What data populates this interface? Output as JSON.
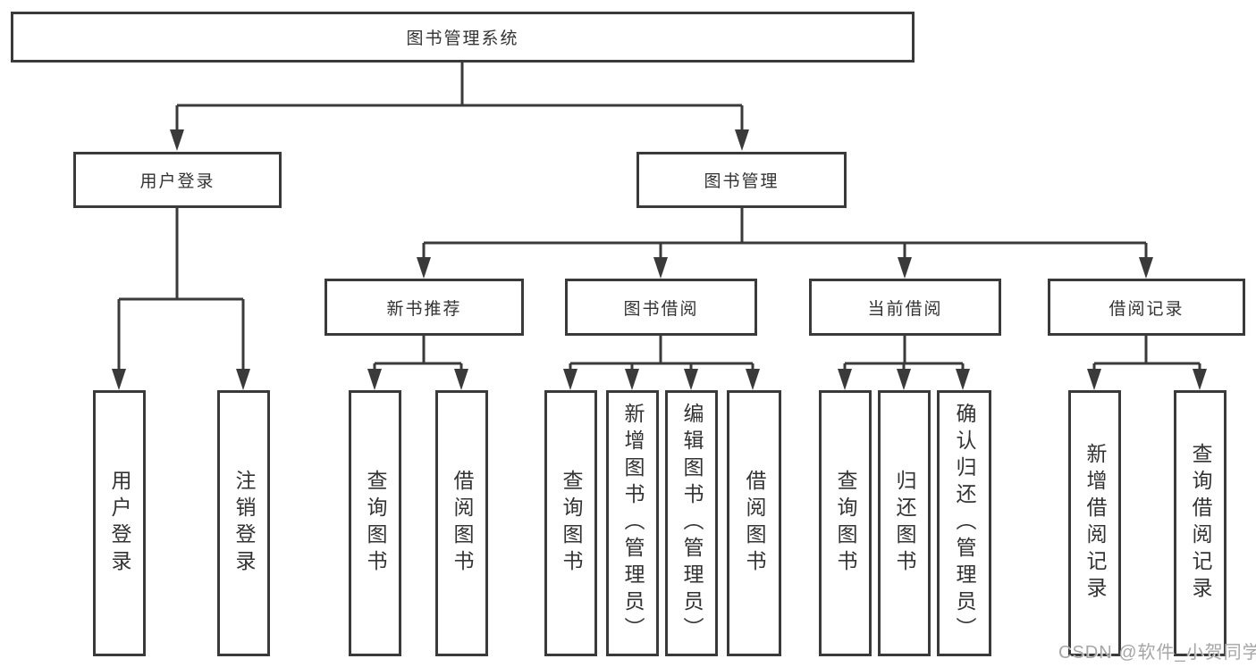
{
  "diagram_title": "图书管理系统",
  "tree": {
    "label": "图书管理系统",
    "children": [
      {
        "label": "用户登录",
        "children": [
          {
            "label": "用户登录"
          },
          {
            "label": "注销登录"
          }
        ]
      },
      {
        "label": "图书管理",
        "children": [
          {
            "label": "新书推荐",
            "children": [
              {
                "label": "查询图书"
              },
              {
                "label": "借阅图书"
              }
            ]
          },
          {
            "label": "图书借阅",
            "children": [
              {
                "label": "查询图书"
              },
              {
                "label": "新增图书（管理员）"
              },
              {
                "label": "编辑图书（管理员）"
              },
              {
                "label": "借阅图书"
              }
            ]
          },
          {
            "label": "当前借阅",
            "children": [
              {
                "label": "查询图书"
              },
              {
                "label": "归还图书"
              },
              {
                "label": "确认归还（管理员）"
              }
            ]
          },
          {
            "label": "借阅记录",
            "children": [
              {
                "label": "新增借阅记录"
              },
              {
                "label": "查询借阅记录"
              }
            ]
          }
        ]
      }
    ]
  },
  "watermark": "CSDN @软件_小贺同学",
  "colors": {
    "line": "#3a3a3a",
    "box_border": "#3a3a3a",
    "text": "#333333",
    "watermark": "#a6a6a6",
    "background": "#ffffff"
  }
}
